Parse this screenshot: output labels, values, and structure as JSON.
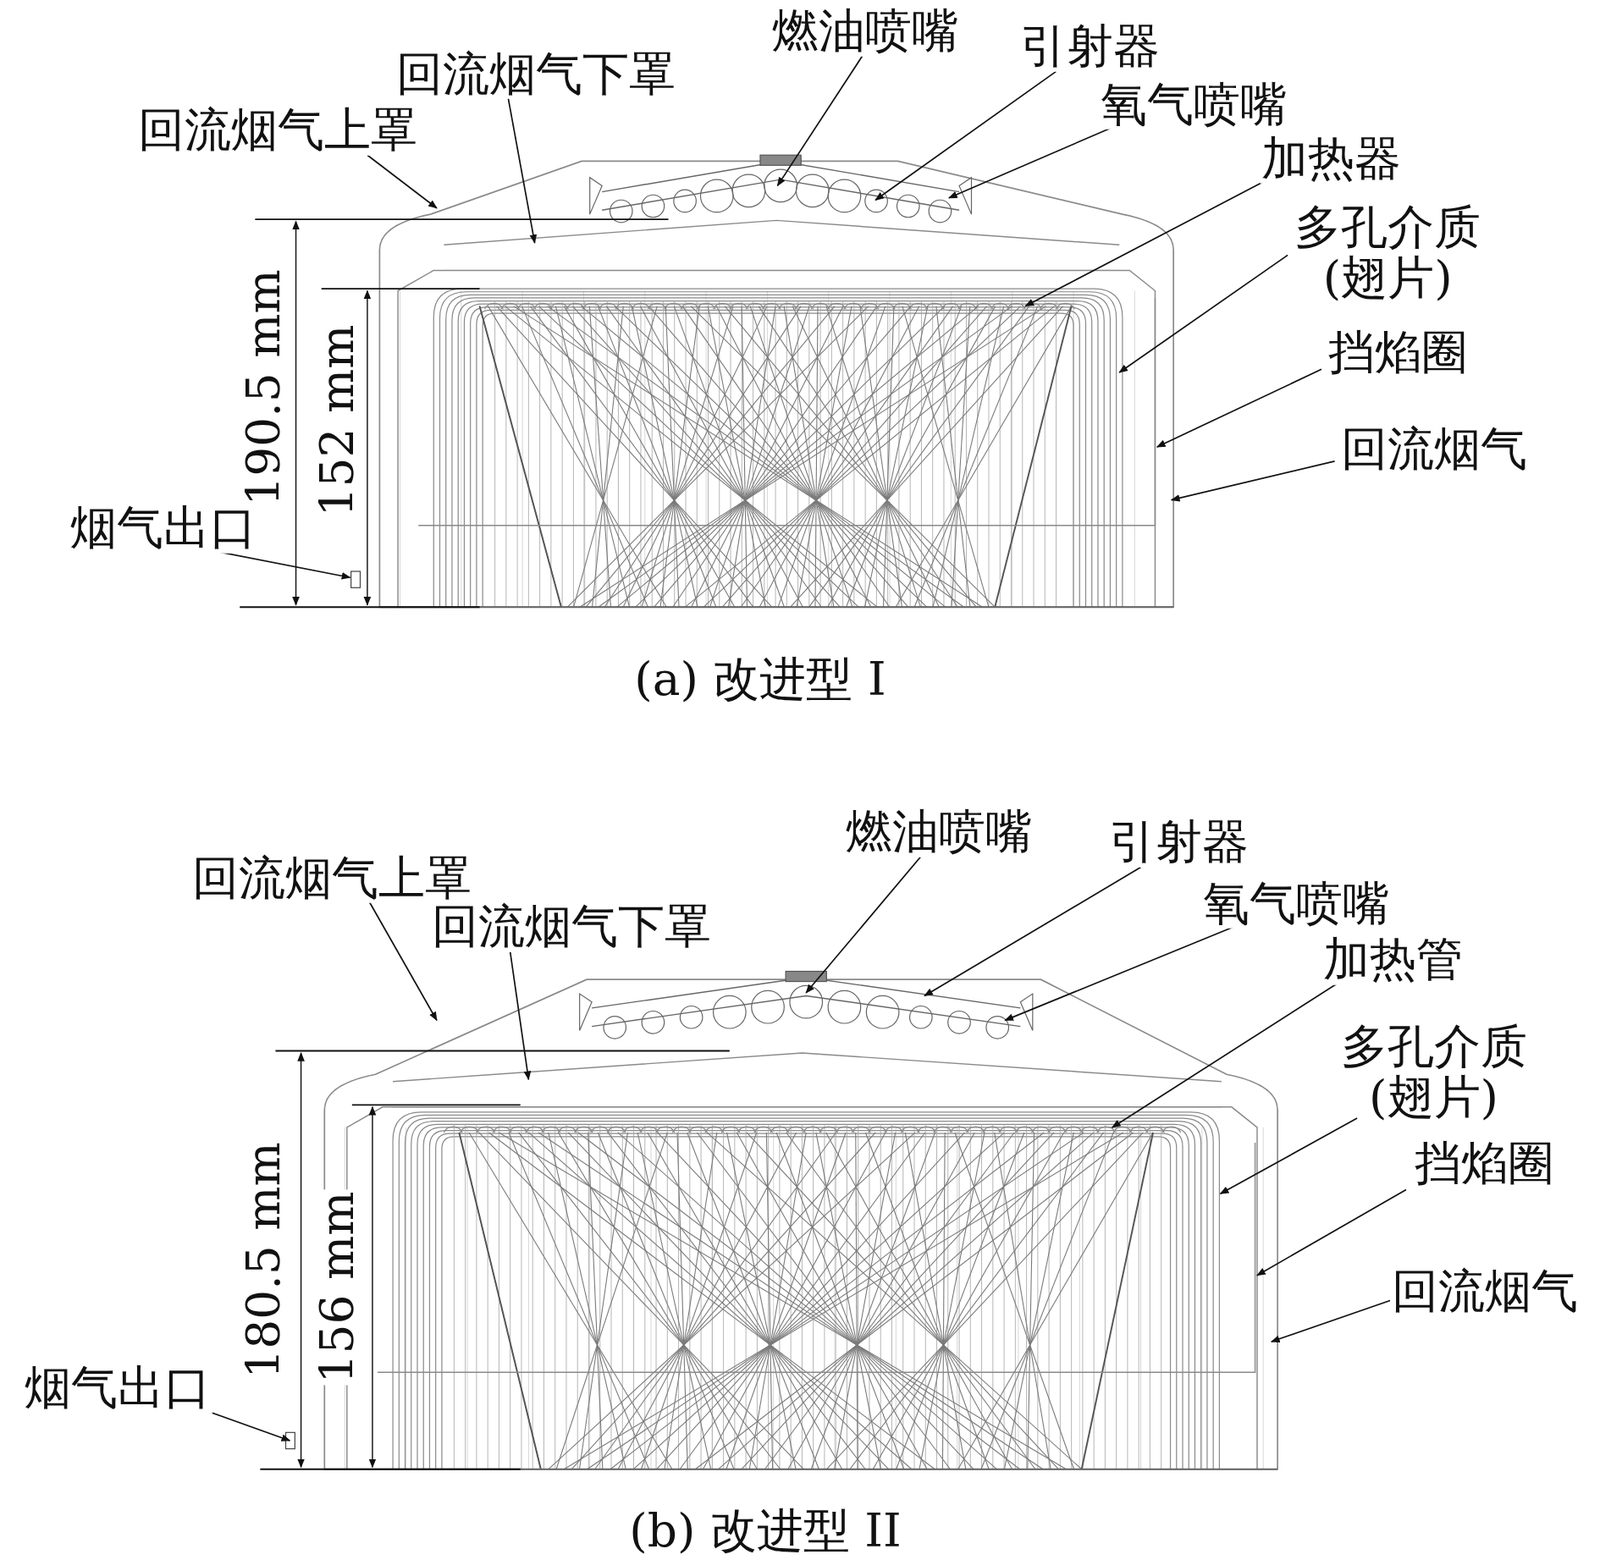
{
  "diagram": {
    "labels": [
      "燃油喷嘴",
      "引射器",
      "回流烟气下罩",
      "回流烟气上罩",
      "氧气喷嘴",
      "加热器",
      "多孔介质 (翅片)",
      "挡焰圈",
      "回流烟气",
      "190.5 mm",
      "152 mm",
      "烟气出口",
      "(a) 改进型 I",
      "燃油喷嘴",
      "引射器",
      "回流烟气上罩",
      "回流烟气下罩",
      "氧气喷嘴",
      "加热管",
      "多孔介质 (翅片)",
      "挡焰圈",
      "回流烟气",
      "180.5 mm",
      "156 mm",
      "烟气出口",
      "(b) 改进型 II"
    ]
  }
}
